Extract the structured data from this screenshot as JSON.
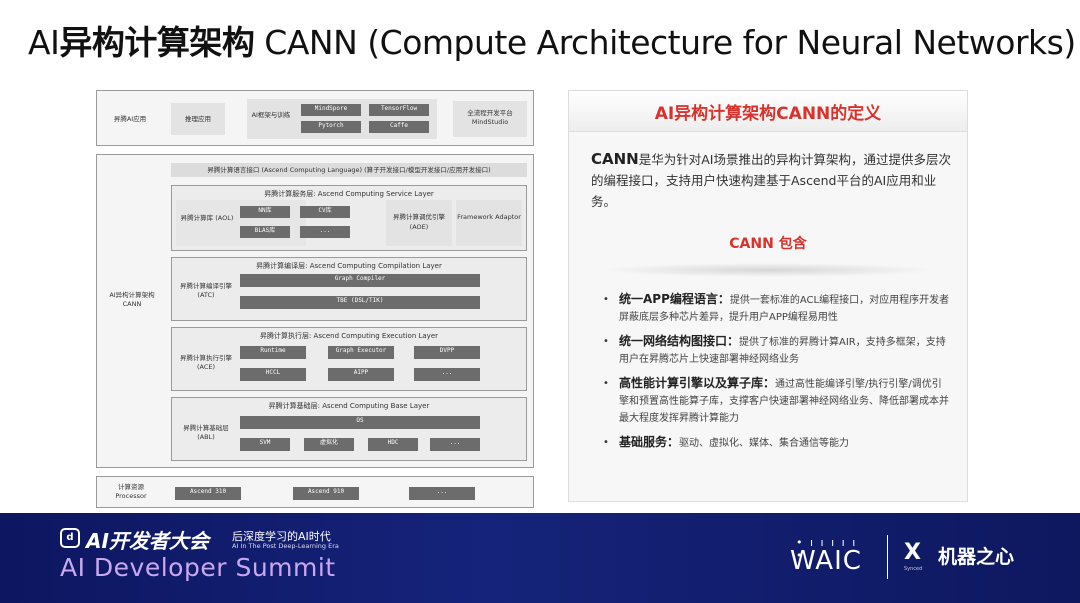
{
  "title": {
    "prefix": "AI",
    "bold": "异构计算架构",
    "suffix": " CANN (Compute Architecture for Neural Networks)"
  },
  "diagram": {
    "app_layer": {
      "label": "昇腾AI应用",
      "inference": "推理应用",
      "framework_label": "AI框架与训练",
      "frameworks": [
        "MindSpore",
        "TensorFlow",
        "Pytorch",
        "Caffe"
      ],
      "platform": "全流程开发平台 MindStudio"
    },
    "cann_label": "AI异构计算架构 CANN",
    "language_bar": "昇腾计算语言接口 (Ascend Computing Language) (算子开发接口/模型开发接口/应用开发接口)",
    "service": {
      "title": "昇腾计算服务层: Ascend Computing Service Layer",
      "aol": "昇腾计算库 (AOL)",
      "libs": [
        "NN库",
        "CV库",
        "BLAS库",
        "..."
      ],
      "aoe": "昇腾计算调优引擎 (AOE)",
      "adaptor": "Framework Adaptor"
    },
    "compile": {
      "title": "昇腾计算编译层: Ascend Computing Compilation Layer",
      "atc": "昇腾计算编译引擎 (ATC)",
      "items": [
        "Graph Compiler",
        "TBE (DSL/TIK)"
      ]
    },
    "exec": {
      "title": "昇腾计算执行层: Ascend Computing Execution Layer",
      "ace": "昇腾计算执行引擎 (ACE)",
      "items": [
        "Runtime",
        "Graph Executor",
        "DVPP",
        "HCCL",
        "AIPP",
        "..."
      ]
    },
    "base": {
      "title": "昇腾计算基础层: Ascend Computing Base Layer",
      "abl": "昇腾计算基础层 (ABL)",
      "os": "OS",
      "items": [
        "SVM",
        "虚拟化",
        "HDC",
        "..."
      ]
    },
    "processor": {
      "label": "计算资源 Processor",
      "items": [
        "Ascend 310",
        "Ascend 910",
        "..."
      ]
    }
  },
  "panel": {
    "title": "AI异构计算架构CANN的定义",
    "definition_lead": "CANN",
    "definition_rest": "是华为针对AI场景推出的异构计算架构，通过提供多层次的编程接口，支持用户快速构建基于Ascend平台的AI应用和业务。",
    "includes": "CANN 包含",
    "features": [
      {
        "title": "统一APP编程语言：",
        "desc": "提供一套标准的ACL编程接口，对应用程序开发者屏蔽底层多种芯片差异，提升用户APP编程易用性"
      },
      {
        "title": "统一网络结构图接口：",
        "desc": "提供了标准的昇腾计算AIR，支持多框架，支持用户在昇腾芯片上快速部署神经网络业务"
      },
      {
        "title": "高性能计算引擎以及算子库：",
        "desc": "通过高性能编译引擎/执行引擎/调优引擎和预置高性能算子库，支撑客户快速部署神经网络业务、降低部署成本并最大程度发挥昇腾计算能力"
      },
      {
        "title": "基础服务：",
        "desc": "驱动、虚拟化、媒体、集合通信等能力"
      }
    ]
  },
  "footer": {
    "badge": "d",
    "summit_cn": "AI开发者大会",
    "summit_sub_cn": "后深度学习的AI时代",
    "summit_sub_en": "AI In The Post Deep-Learning Era",
    "summit_en": "AI Developer Summit",
    "waic_dots": "• ı ı ı ı ı •",
    "waic": "WAIC",
    "jqzx_icon": "Ⅹ",
    "jqzx_icon_sub": "Synced",
    "jqzx": "机器之心"
  }
}
